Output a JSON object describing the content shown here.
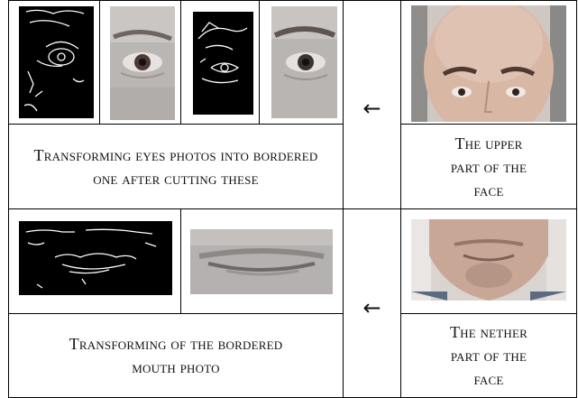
{
  "eyes_row": {
    "caption": "Transforming eyes photos into bordered one after cutting these",
    "images": [
      "eye-edge-map-icon",
      "eye-photo-icon",
      "eye-edge-map-icon",
      "eye-photo-icon"
    ]
  },
  "upper_face": {
    "caption": "The upper part of the face",
    "image": "upper-face-photo-icon"
  },
  "mouth_row": {
    "caption": "Transforming of the bordered mouth photo",
    "images": [
      "mouth-edge-map-icon",
      "mouth-photo-icon"
    ]
  },
  "lower_face": {
    "caption": "The nether part of the face",
    "image": "lower-face-photo-icon"
  },
  "arrow_glyph": "←"
}
